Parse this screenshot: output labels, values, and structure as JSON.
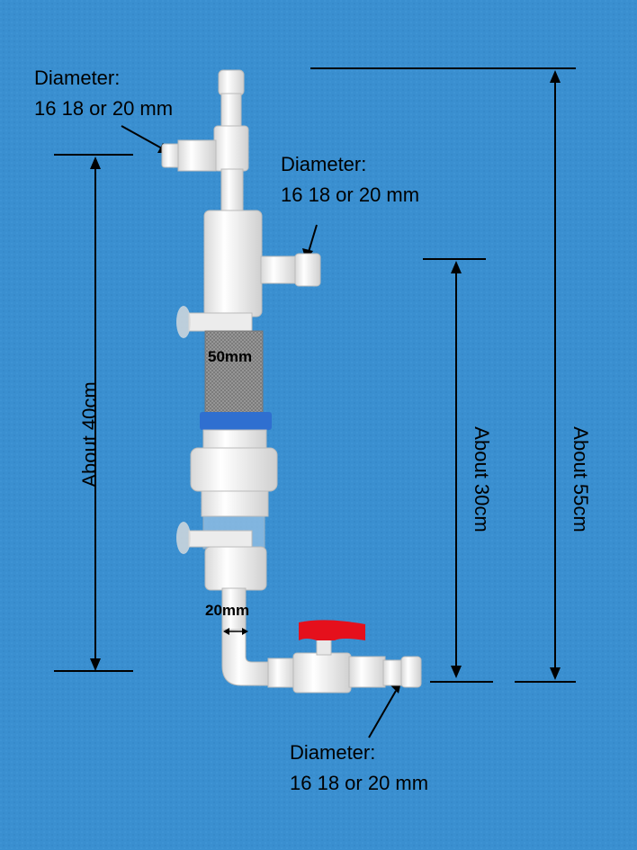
{
  "colors": {
    "background": "#3a8fd0",
    "pipe": "#f4f4f4",
    "valve_handle": "#e5101c",
    "mesh": "#8a8a8a",
    "band": "#2f6fd0"
  },
  "labels": {
    "top_left_diameter_line1": "Diameter:",
    "top_left_diameter_line2": "16  18 or 20 mm",
    "middle_diameter_line1": "Diameter:",
    "middle_diameter_line2": "16  18 or 20 mm",
    "bottom_diameter_line1": "Diameter:",
    "bottom_diameter_line2": "16  18 or 20 mm",
    "mesh_size": "50mm",
    "pipe_size": "20mm",
    "height_left": "About 40cm",
    "height_middle": "About 30cm",
    "height_right": "About 55cm"
  }
}
